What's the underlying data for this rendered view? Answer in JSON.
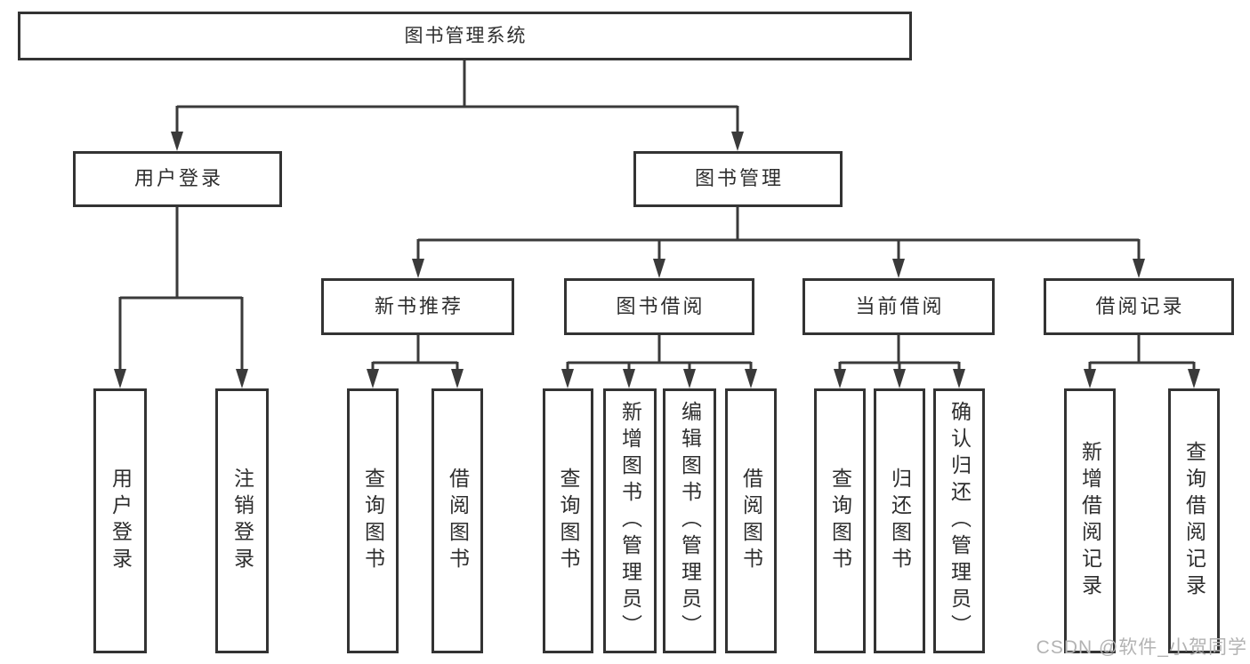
{
  "tree": {
    "root": {
      "label": "图书管理系统"
    },
    "branches": [
      {
        "label": "用户登录",
        "children": [
          {
            "label": "用户登录"
          },
          {
            "label": "注销登录"
          }
        ]
      },
      {
        "label": "图书管理",
        "children": [
          {
            "label": "新书推荐",
            "children": [
              {
                "label": "查询图书"
              },
              {
                "label": "借阅图书"
              }
            ]
          },
          {
            "label": "图书借阅",
            "children": [
              {
                "label": "查询图书"
              },
              {
                "label": "新增图书（管理员）"
              },
              {
                "label": "编辑图书（管理员）"
              },
              {
                "label": "借阅图书"
              }
            ]
          },
          {
            "label": "当前借阅",
            "children": [
              {
                "label": "查询图书"
              },
              {
                "label": "归还图书"
              },
              {
                "label": "确认归还（管理员）"
              }
            ]
          },
          {
            "label": "借阅记录",
            "children": [
              {
                "label": "新增借阅记录"
              },
              {
                "label": "查询借阅记录"
              }
            ]
          }
        ]
      }
    ]
  },
  "watermark": "CSDN @软件_小贺同学",
  "colors": {
    "line": "#3a3a3a",
    "border": "#333333",
    "text": "#2e2e2e",
    "watermark": "#b3b3b3",
    "background": "#ffffff"
  }
}
